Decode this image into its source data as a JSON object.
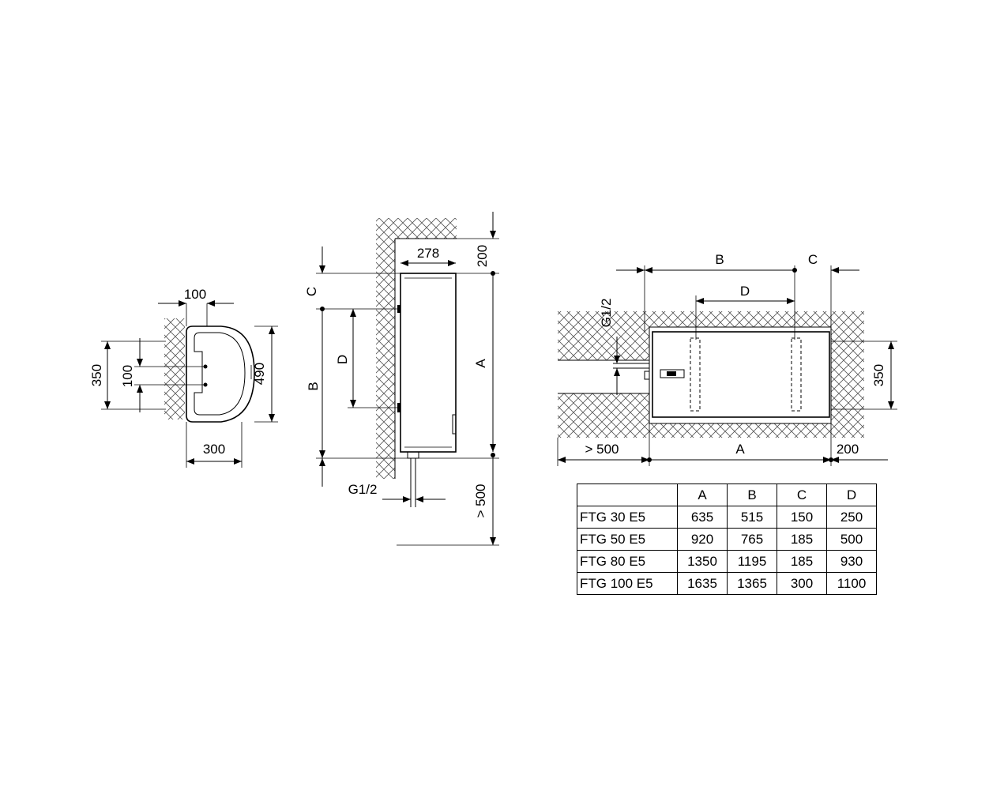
{
  "front_view": {
    "width_label": "300",
    "height_label": "490",
    "mount_height_label": "350",
    "bracket_spacing_label": "100",
    "top_bracket_label": "100"
  },
  "side_view": {
    "depth_label": "278",
    "top_clearance_label": "200",
    "bottom_clearance_label": "> 500",
    "dim_a": "A",
    "dim_b": "B",
    "dim_c": "C",
    "dim_d": "D",
    "pipe_label": "G1/2"
  },
  "horizontal_view": {
    "dim_a": "A",
    "dim_b": "B",
    "dim_c": "C",
    "dim_d": "D",
    "left_clearance_label": "> 500",
    "right_clearance_label": "200",
    "mount_height_label": "350",
    "pipe_label": "G1/2"
  },
  "dimensions_table": {
    "headers": [
      "",
      "A",
      "B",
      "C",
      "D"
    ],
    "rows": [
      [
        "FTG 30 E5",
        "635",
        "515",
        "150",
        "250"
      ],
      [
        "FTG 50 E5",
        "920",
        "765",
        "185",
        "500"
      ],
      [
        "FTG 80 E5",
        "1350",
        "1195",
        "185",
        "930"
      ],
      [
        "FTG 100 E5",
        "1635",
        "1365",
        "300",
        "1100"
      ]
    ]
  }
}
